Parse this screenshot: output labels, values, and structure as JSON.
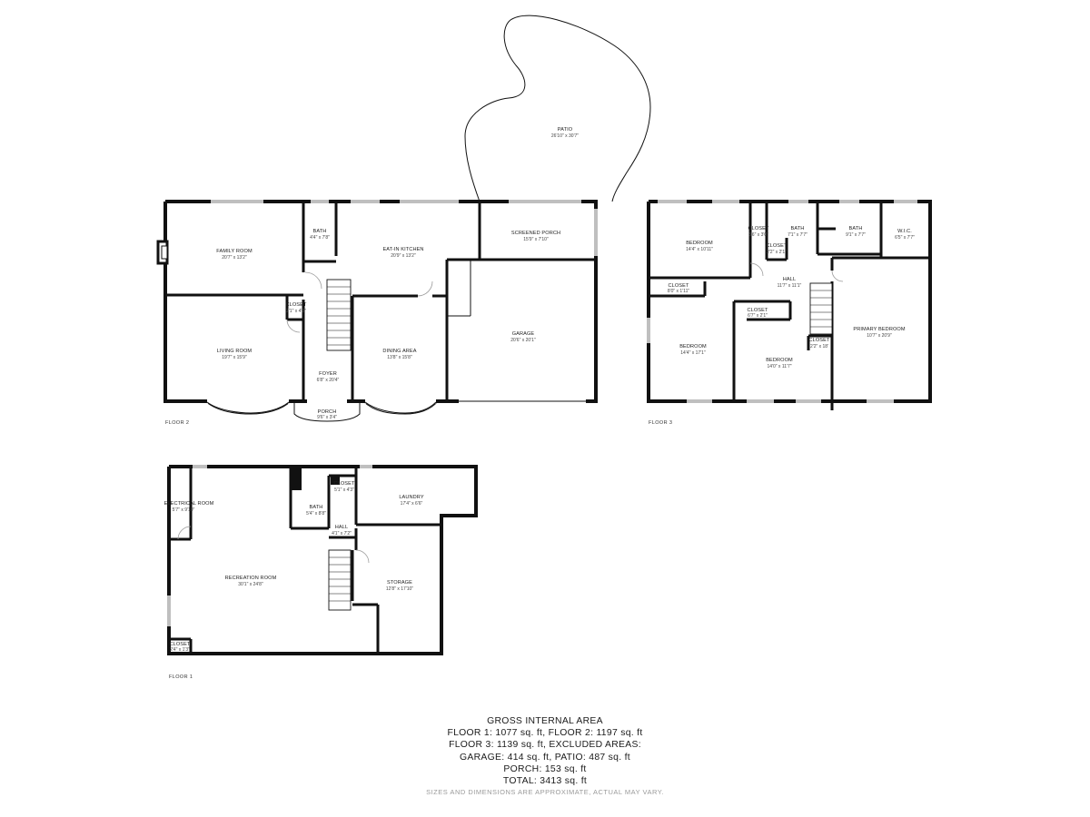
{
  "floors": {
    "floor2": {
      "label": "FLOOR 2",
      "rooms": {
        "family_room": {
          "name": "FAMILY ROOM",
          "dim": "20'7\" x 13'2\""
        },
        "bath": {
          "name": "BATH",
          "dim": "4'4\" x 7'8\""
        },
        "eat_in_kitchen": {
          "name": "EAT-IN KITCHEN",
          "dim": "20'9\" x 13'2\""
        },
        "screened_porch": {
          "name": "SCREENED PORCH",
          "dim": "15'9\" x 7'10\""
        },
        "closet": {
          "name": "CLOSET",
          "dim": "2'1\" x 4'3\""
        },
        "living_room": {
          "name": "LIVING ROOM",
          "dim": "19'7\" x 15'9\""
        },
        "foyer": {
          "name": "FOYER",
          "dim": "6'8\" x 20'4\""
        },
        "dining_area": {
          "name": "DINING AREA",
          "dim": "13'8\" x 15'8\""
        },
        "garage": {
          "name": "GARAGE",
          "dim": "20'6\" x 20'1\""
        },
        "porch": {
          "name": "PORCH",
          "dim": "9'6\" x 3'4\""
        },
        "patio": {
          "name": "PATIO",
          "dim": "26'10\" x 30'7\""
        }
      }
    },
    "floor3": {
      "label": "FLOOR 3",
      "rooms": {
        "bedroom_nw": {
          "name": "BEDROOM",
          "dim": "14'4\" x 10'11\""
        },
        "closet_top": {
          "name": "CLOSET",
          "dim": "3'6\" x 3'0\""
        },
        "closet_small": {
          "name": "CLOSET",
          "dim": "2'2\" x 2'1\""
        },
        "bath_a": {
          "name": "BATH",
          "dim": "7'1\" x 7'7\""
        },
        "bath_b": {
          "name": "BATH",
          "dim": "9'1\" x 7'7\""
        },
        "wic": {
          "name": "W.I.C.",
          "dim": "6'5\" x 7'7\""
        },
        "hall": {
          "name": "HALL",
          "dim": "11'7\" x 11'1\""
        },
        "closet_w": {
          "name": "CLOSET",
          "dim": "8'0\" x 1'11\""
        },
        "closet_c": {
          "name": "CLOSET",
          "dim": "6'7\" x 2'1\""
        },
        "closet_e": {
          "name": "CLOSET",
          "dim": "2'2\" x 18'"
        },
        "bedroom_sw": {
          "name": "BEDROOM",
          "dim": "14'4\" x 17'1\""
        },
        "bedroom_s": {
          "name": "BEDROOM",
          "dim": "14'0\" x 11'7\""
        },
        "primary_bedroom": {
          "name": "PRIMARY BEDROOM",
          "dim": "10'7\" x 20'9\""
        }
      }
    },
    "floor1": {
      "label": "FLOOR 1",
      "rooms": {
        "electrical_room": {
          "name": "ELECTRICAL ROOM",
          "dim": "5'7\" x 9'10\""
        },
        "bath": {
          "name": "BATH",
          "dim": "5'4\" x 8'8\""
        },
        "closet_top": {
          "name": "CLOSET",
          "dim": "5'1\" x 4'3\""
        },
        "laundry": {
          "name": "LAUNDRY",
          "dim": "17'4\" x 6'6\""
        },
        "hall": {
          "name": "HALL",
          "dim": "4'1\" x 7'2\""
        },
        "recreation_room": {
          "name": "RECREATION ROOM",
          "dim": "30'1\" x 24'8\""
        },
        "storage": {
          "name": "STORAGE",
          "dim": "12'8\" x 17'10\""
        },
        "closet_corner": {
          "name": "CLOSET",
          "dim": "2'4\" x 1'3\""
        }
      }
    }
  },
  "summary": {
    "lines": [
      "GROSS INTERNAL AREA",
      "FLOOR 1: 1077 sq. ft, FLOOR 2: 1197 sq. ft",
      "FLOOR 3: 1139 sq. ft, EXCLUDED AREAS:",
      "GARAGE: 414 sq. ft, PATIO: 487 sq. ft",
      "PORCH: 153 sq. ft",
      "TOTAL: 3413 sq. ft"
    ],
    "disclaimer": "SIZES AND DIMENSIONS ARE APPROXIMATE, ACTUAL MAY VARY."
  }
}
